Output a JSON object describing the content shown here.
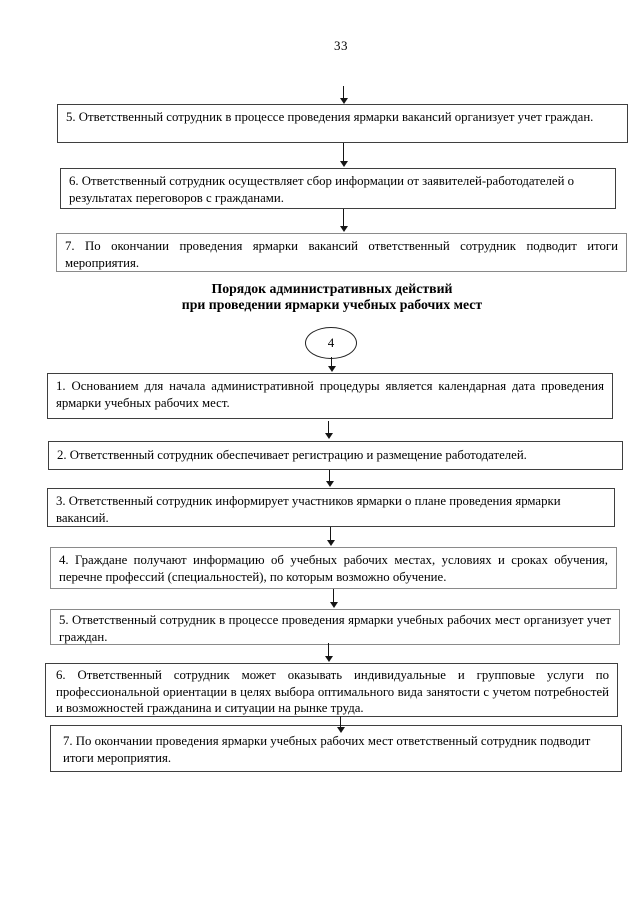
{
  "page_number": "33",
  "heading": {
    "line1": "Порядок административных действий",
    "line2": "при проведении ярмарки учебных рабочих мест"
  },
  "connector": {
    "label": "4"
  },
  "chart1": {
    "boxes": [
      {
        "text": "5. Ответственный сотрудник в процессе проведения ярмарки вакансий организует учет граждан."
      },
      {
        "text": "6. Ответственный сотрудник осуществляет сбор информации от заявителей-работодателей о результатах переговоров с гражданами."
      },
      {
        "text": "7. По окончании проведения ярмарки вакансий ответственный сотрудник подводит итоги мероприятия."
      }
    ]
  },
  "chart2": {
    "boxes": [
      {
        "text": "1. Основанием для начала административной процедуры является календарная дата проведения ярмарки учебных рабочих мест."
      },
      {
        "text": "2. Ответственный сотрудник обеспечивает регистрацию и размещение работодателей."
      },
      {
        "text": "3. Ответственный сотрудник информирует участников ярмарки о плане проведения ярмарки вакансий."
      },
      {
        "text": "4. Граждане получают информацию об учебных рабочих местах, условиях и сроках обучения, перечне профессий (специальностей), по которым возможно обучение."
      },
      {
        "text": "5. Ответственный сотрудник в процессе проведения ярмарки учебных рабочих мест организует учет граждан."
      },
      {
        "text": "6. Ответственный сотрудник может оказывать индивидуальные и групповые услуги по профессиональной ориентации в целях выбора оптимального вида занятости с учетом потребностей и возможностей гражданина и ситуации на рынке труда."
      },
      {
        "text": "7. По окончании проведения ярмарки учебных рабочих мест ответственный сотрудник подводит итоги мероприятия."
      }
    ]
  }
}
